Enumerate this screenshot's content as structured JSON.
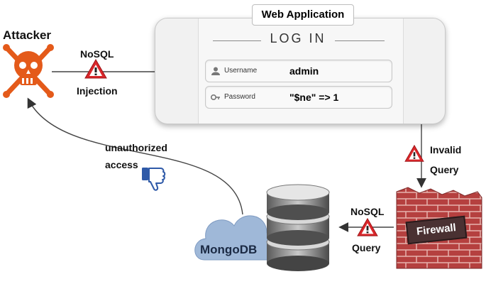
{
  "attacker": {
    "label": "Attacker",
    "icon": "skull-crossbones-icon"
  },
  "injection": {
    "line1": "NoSQL",
    "line2": "Injection"
  },
  "web_app": {
    "title": "Web Application",
    "login_title": "LOG IN",
    "username_label": "Username",
    "username_value": "admin",
    "password_label": "Password",
    "password_value": "\"$ne\" => 1"
  },
  "invalid_query": {
    "line1": "Invalid",
    "line2": "Query"
  },
  "firewall": {
    "label": "Firewall"
  },
  "nosql_query": {
    "line1": "NoSQL",
    "line2": "Query"
  },
  "database": {
    "label": "MongoDB"
  },
  "unauthorized": {
    "line1": "unauthorized",
    "line2": "access",
    "icon": "thumbs-down-icon"
  },
  "colors": {
    "warning_red": "#d9262a",
    "attacker_orange": "#e45a1a",
    "brick": "#a53a3a",
    "cloud_blue": "#9fb8d8",
    "thumb_blue": "#2f5aa8"
  }
}
